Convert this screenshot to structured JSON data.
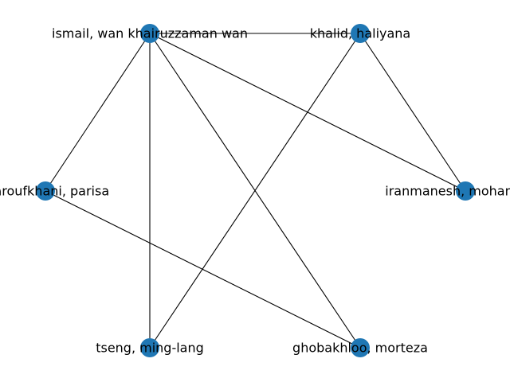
{
  "graph": {
    "node_color": "#1f77b4",
    "edge_color": "#000000",
    "nodes": [
      {
        "id": "ismail",
        "label": "ismail, wan khairuzzaman wan"
      },
      {
        "id": "khalid",
        "label": "khalid, haliyana"
      },
      {
        "id": "maroufkhani",
        "label": "maroufkhani, parisa"
      },
      {
        "id": "iranmanesh",
        "label": "iranmanesh, mohammad"
      },
      {
        "id": "tseng",
        "label": "tseng, ming-lang"
      },
      {
        "id": "ghobakhloo",
        "label": "ghobakhloo, morteza"
      }
    ],
    "edges": [
      [
        "ismail",
        "khalid"
      ],
      [
        "ismail",
        "maroufkhani"
      ],
      [
        "ismail",
        "iranmanesh"
      ],
      [
        "ismail",
        "tseng"
      ],
      [
        "ismail",
        "ghobakhloo"
      ],
      [
        "khalid",
        "iranmanesh"
      ],
      [
        "khalid",
        "tseng"
      ],
      [
        "maroufkhani",
        "ghobakhloo"
      ]
    ]
  }
}
